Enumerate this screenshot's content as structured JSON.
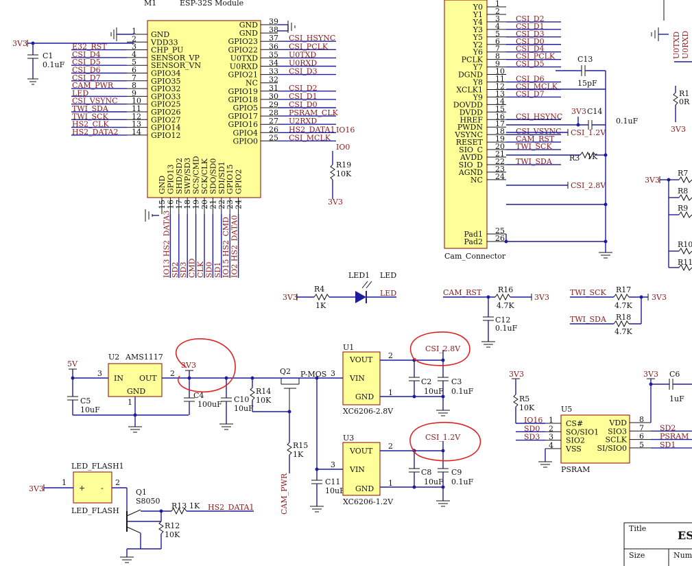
{
  "m1": {
    "designator": "M1",
    "name": "ESP-32S Module",
    "left_pins": [
      {
        "num": "1",
        "name": "GND",
        "net": ""
      },
      {
        "num": "2",
        "name": "VDD33",
        "net": ""
      },
      {
        "num": "3",
        "name": "CHP_PU",
        "net": "E32_RST"
      },
      {
        "num": "4",
        "name": "SENSOR_VP",
        "net": "CSI_D4"
      },
      {
        "num": "5",
        "name": "SENSOR_VN",
        "net": "CSI_D5"
      },
      {
        "num": "6",
        "name": "GPIO34",
        "net": "CSI_D6"
      },
      {
        "num": "7",
        "name": "GPIO35",
        "net": "CSI_D7"
      },
      {
        "num": "8",
        "name": "GPIO32",
        "net": "CAM_PWR"
      },
      {
        "num": "9",
        "name": "GPIO33",
        "net": "LED"
      },
      {
        "num": "10",
        "name": "GPIO25",
        "net": "CSI_VSYNC"
      },
      {
        "num": "11",
        "name": "GPIO26",
        "net": "TWI_SDA"
      },
      {
        "num": "12",
        "name": "GPIO27",
        "net": "TWI_SCK"
      },
      {
        "num": "13",
        "name": "GPIO14",
        "net": "HS2_CLK"
      },
      {
        "num": "14",
        "name": "GPIO12",
        "net": "HS2_DATA2"
      }
    ],
    "right_pins": [
      {
        "num": "39",
        "name": "GND",
        "net": ""
      },
      {
        "num": "38",
        "name": "GND",
        "net": ""
      },
      {
        "num": "37",
        "name": "GPIO23",
        "net": "CSI_HSYNC"
      },
      {
        "num": "36",
        "name": "GPIO22",
        "net": "CSI_PCLK"
      },
      {
        "num": "35",
        "name": "U0TXD",
        "net": "U0TXD"
      },
      {
        "num": "34",
        "name": "U0RXD",
        "net": "U0RXD"
      },
      {
        "num": "33",
        "name": "GPIO21",
        "net": "CSI_D3"
      },
      {
        "num": "32",
        "name": "NC",
        "net": ""
      },
      {
        "num": "31",
        "name": "GPIO19",
        "net": "CSI_D2"
      },
      {
        "num": "30",
        "name": "GPIO18",
        "net": "CSI_D1"
      },
      {
        "num": "29",
        "name": "GPIO5",
        "net": "CSI_D0"
      },
      {
        "num": "28",
        "name": "GPIO17",
        "net": "PSRAM_CLK"
      },
      {
        "num": "27",
        "name": "GPIO16",
        "net": "U2RXD"
      },
      {
        "num": "26",
        "name": "GPIO4",
        "net": "HS2_DATA1"
      },
      {
        "num": "25",
        "name": "GPIO0",
        "net": "CSI_MCLK"
      }
    ],
    "right_extra": [
      {
        "label": "IO16"
      },
      {
        "label": "IO0"
      }
    ],
    "bottom_pins": [
      {
        "num": "15",
        "name": "GND",
        "net": ""
      },
      {
        "num": "16",
        "name": "GPIO13",
        "net": "IO13 HS2_DATA3"
      },
      {
        "num": "17",
        "name": "SHD/SD2",
        "net": "SD2"
      },
      {
        "num": "18",
        "name": "SWP/SD3",
        "net": "SD3"
      },
      {
        "num": "19",
        "name": "SCS/CMD",
        "net": "CMD"
      },
      {
        "num": "20",
        "name": "SCK/CLK",
        "net": "CLK"
      },
      {
        "num": "21",
        "name": "SDO/SD0",
        "net": "SD0"
      },
      {
        "num": "22",
        "name": "SDI/SD1",
        "net": "SD1"
      },
      {
        "num": "23",
        "name": "GPIO15",
        "net": "IO15 HS2_CMD"
      },
      {
        "num": "24",
        "name": "GPIO2",
        "net": "IO2 HS2_DATA0"
      }
    ]
  },
  "c1": {
    "ref": "C1",
    "value": "0.1uF"
  },
  "labels": {
    "v33": "3V3",
    "v5": "5V",
    "r19": "R19",
    "r19v": "10K"
  },
  "cam": {
    "name": "Cam_Connector",
    "pins": [
      {
        "num": "1",
        "name": "Y0",
        "net": ""
      },
      {
        "num": "2",
        "name": "Y1",
        "net": ""
      },
      {
        "num": "3",
        "name": "Y4",
        "net": "CSI_D2"
      },
      {
        "num": "4",
        "name": "Y3",
        "net": "CSI_D1"
      },
      {
        "num": "5",
        "name": "Y5",
        "net": "CSI_D3"
      },
      {
        "num": "6",
        "name": "Y2",
        "net": "CSI_D0"
      },
      {
        "num": "7",
        "name": "Y6",
        "net": "CSI_D4"
      },
      {
        "num": "8",
        "name": "PCLK",
        "net": "CSI_PCLK"
      },
      {
        "num": "9",
        "name": "Y7",
        "net": "CSI_D5"
      },
      {
        "num": "10",
        "name": "DGND",
        "net": ""
      },
      {
        "num": "11",
        "name": "Y8",
        "net": "CSI_D6"
      },
      {
        "num": "12",
        "name": "XCLK1",
        "net": "CSI_MCLK"
      },
      {
        "num": "13",
        "name": "Y9",
        "net": "CSI_D7"
      },
      {
        "num": "14",
        "name": "DOVDD",
        "net": ""
      },
      {
        "num": "15",
        "name": "DVDD",
        "net": ""
      },
      {
        "num": "16",
        "name": "HREF",
        "net": "CSI_HSYNC"
      },
      {
        "num": "17",
        "name": "PWDN",
        "net": ""
      },
      {
        "num": "18",
        "name": "VSYNC",
        "net": "CSI_VSYNC"
      },
      {
        "num": "19",
        "name": "RESET",
        "net": "CAM_RST"
      },
      {
        "num": "20",
        "name": "SIO_C",
        "net": "TWI_SCK"
      },
      {
        "num": "21",
        "name": "AVDD",
        "net": ""
      },
      {
        "num": "22",
        "name": "SIO_D",
        "net": "TWI_SDA"
      },
      {
        "num": "23",
        "name": "AGND",
        "net": ""
      },
      {
        "num": "24",
        "name": "NC",
        "net": ""
      },
      {
        "num": "25",
        "name": "Pad1",
        "net": ""
      },
      {
        "num": "26",
        "name": "Pad2",
        "net": ""
      }
    ],
    "c13": "C13",
    "c13v": "15pF",
    "c14": "C14",
    "c14v": "0.1uF",
    "csi12": "CSI_1.2V",
    "csi28": "CSI_2.8V",
    "r3": "R3",
    "r3v": "1K",
    "v33": "3V3"
  },
  "right_edge": {
    "u0txd": "U0TXD",
    "u0rxd": "U0RXD",
    "r1": "R1",
    "r1v": "0R",
    "r7": "R7",
    "r8": "R8",
    "r9": "R9",
    "r10": "R10",
    "r11": "R11"
  },
  "led": {
    "r4": "R4",
    "r4v": "1K",
    "led1": "LED1",
    "ledname": "LED",
    "net": "LED"
  },
  "pullups": {
    "camrst": "CAM_RST",
    "r16": "R16",
    "r16v": "4.7K",
    "c12": "C12",
    "c12v": "0.1uF",
    "twisck": "TWI_SCK",
    "r17": "R17",
    "r17v": "4.7K",
    "twisda": "TWI_SDA",
    "r18": "R18",
    "r18v": "4.7K"
  },
  "power": {
    "u2": "U2",
    "u2name": "AMS1117",
    "in": "IN",
    "out": "OUT",
    "gnd": "GND",
    "c5": "C5",
    "c5v": "10uF",
    "c4": "C4",
    "c4v": "100uF",
    "c10": "C10",
    "c10v": "10uF",
    "r14": "R14",
    "r14v": "10K",
    "q2": "Q2",
    "q2name": "P-MOS",
    "r15": "R15",
    "r15v": "1K",
    "campwr": "CAM_PWR",
    "c11": "C11",
    "c11v": "10uF",
    "u1": "U1",
    "u1name": "XC6206-2.8V",
    "u3": "U3",
    "u3name": "XC6206-1.2V",
    "vout": "VOUT",
    "vin": "VIN",
    "csi28": "CSI_2.8V",
    "csi12": "CSI_1.2V",
    "c2": "C2",
    "c2v": "10uF",
    "c3": "C3",
    "c3v": "0.1uF",
    "c8": "C8",
    "c8v": "10uF",
    "c9": "C9",
    "c9v": "0.1uF"
  },
  "flash": {
    "name": "LED_FLASH1",
    "name2": "LED_FLASH",
    "q1": "Q1",
    "q1n": "S8050",
    "r13": "R13",
    "r13v": "1K",
    "r12": "R12",
    "r12v": "10K",
    "net": "HS2_DATA1"
  },
  "psram": {
    "u5": "U5",
    "name": "PSRAM",
    "r5": "R5",
    "r5v": "10K",
    "c6": "C6",
    "c6v": "1uF",
    "left": [
      {
        "num": "1",
        "name": "CS#",
        "net": "IO16"
      },
      {
        "num": "2",
        "name": "SO/SIO1",
        "net": "SD0"
      },
      {
        "num": "3",
        "name": "SIO2",
        "net": "SD3"
      },
      {
        "num": "4",
        "name": "VSS",
        "net": ""
      }
    ],
    "right": [
      {
        "num": "8",
        "name": "VDD",
        "net": ""
      },
      {
        "num": "7",
        "name": "SIO3",
        "net": "SD2"
      },
      {
        "num": "6",
        "name": "SCLK",
        "net": "PSRAM"
      },
      {
        "num": "5",
        "name": "SI/SIO0",
        "net": "SD1"
      }
    ]
  },
  "titleblock": {
    "title": "Title",
    "size": "Size",
    "number": "Numb",
    "big": "ES"
  },
  "colors": {
    "wire": "#1c1c9c",
    "net": "#8b1a1a",
    "part": "#ffff99",
    "annotation": "#e02020"
  }
}
